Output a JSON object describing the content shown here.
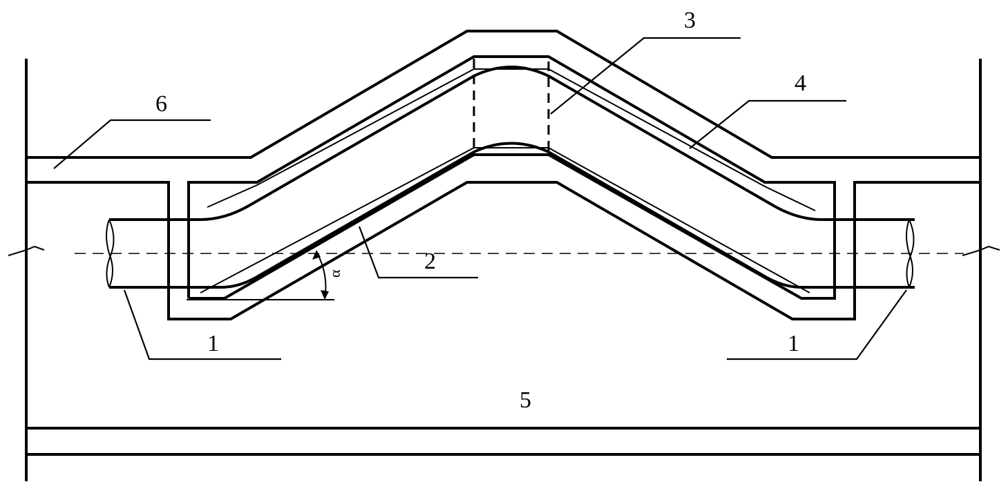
{
  "labels": {
    "pipe_left": "1",
    "pipe_right": "1",
    "inclined_section": "2",
    "top_section": "3",
    "sleeve": "4",
    "base": "5",
    "top_slab": "6",
    "angle": "α"
  }
}
